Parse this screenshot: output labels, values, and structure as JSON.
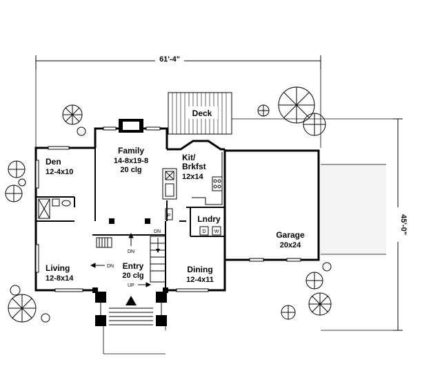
{
  "dimensions": {
    "width_label": "61'-4\"",
    "depth_label": "45'-0\""
  },
  "rooms": {
    "deck": {
      "name": "Deck"
    },
    "den": {
      "name": "Den",
      "size": "12-4x10"
    },
    "family": {
      "name": "Family",
      "size": "14-8x19-8",
      "note": "20 clg"
    },
    "kitchen": {
      "name_line1": "Kit/",
      "name_line2": "Brkfst",
      "size": "12x14"
    },
    "laundry": {
      "name": "Lndry"
    },
    "garage": {
      "name": "Garage",
      "size": "20x24"
    },
    "living": {
      "name": "Living",
      "size": "12-8x14"
    },
    "entry": {
      "name": "Entry",
      "note": "20 clg"
    },
    "dining": {
      "name": "Dining",
      "size": "12-4x11"
    }
  },
  "markers": {
    "dn_family": "DN",
    "dn_stair": "DN",
    "dn_living": "DN",
    "up_entry": "UP",
    "pantry": "P",
    "dryer": "D",
    "washer": "W"
  }
}
